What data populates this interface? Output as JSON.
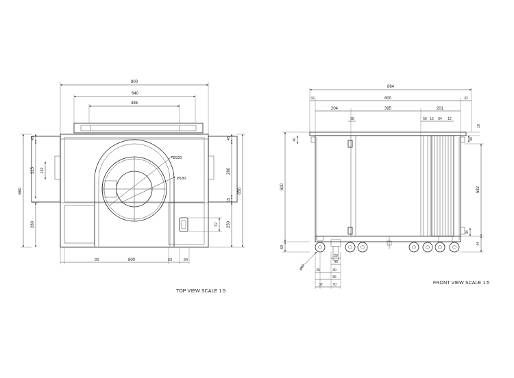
{
  "top_view": {
    "caption": "TOP VIEW SCALE 1:5",
    "dims": {
      "w800_top": "800",
      "w640": "640",
      "w486": "486",
      "h45_left": "45",
      "h325": "325",
      "h152": "152",
      "h280_left": "280",
      "h660": "660",
      "h45_right": "45",
      "h280_right": "280",
      "h15": "15",
      "h250": "250",
      "h72": "72",
      "h650": "650",
      "d320": "Ø320",
      "d180": "Ø180",
      "b28": "28",
      "b800": "800",
      "b53": "53",
      "b64": "64"
    }
  },
  "front_view": {
    "caption": "FRONT VIEW SCALE 1:5",
    "dims": {
      "w864": "864",
      "w800": "800",
      "l32": "32",
      "r32": "32",
      "w204": "204",
      "w395": "395",
      "w201": "201",
      "w28": "28",
      "w56": "56",
      "w12a": "12",
      "w64": "64",
      "w12b": "12",
      "h10": "10",
      "h40_left": "40",
      "h40_right": "40",
      "h600": "600",
      "h582": "582",
      "h69": "69",
      "h34": "34",
      "h44": "44",
      "d60": "Ø60",
      "b26": "26",
      "b40a": "40",
      "b56": "56",
      "b32": "32",
      "b70": "70",
      "b40b": "40",
      "b20": "20"
    }
  }
}
